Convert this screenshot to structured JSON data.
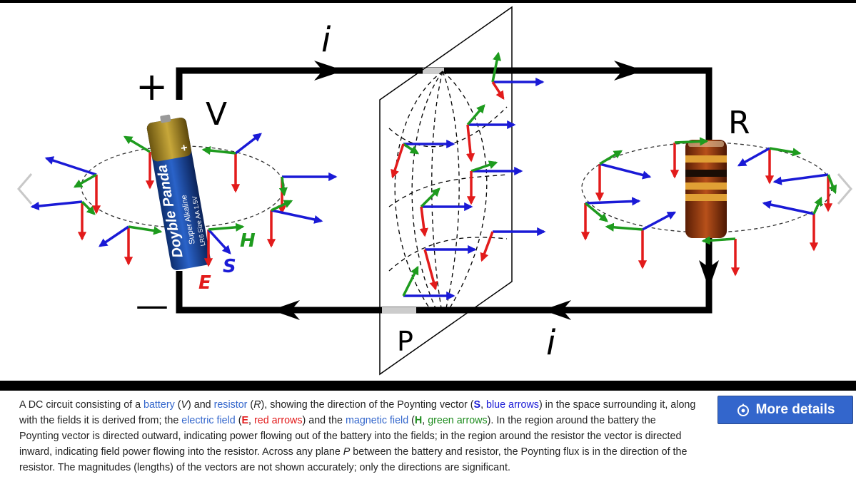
{
  "diagram": {
    "labels": {
      "plus": "+",
      "minus": "—",
      "voltage": "V",
      "resistor": "R",
      "current_top": "i",
      "current_bottom": "i",
      "plane": "P",
      "E": "E",
      "S": "S",
      "H": "H"
    },
    "battery_text": {
      "brand": "Doyble Panda",
      "line2": "Super Alkaline",
      "line3": "LR6  Size AA  1.5V",
      "plus": "+"
    },
    "colors": {
      "E": "#e21b1b",
      "S": "#1a1ad6",
      "H": "#1e9b1e",
      "wire": "#000000"
    }
  },
  "navigation": {
    "prev_icon": "chevron-left-icon",
    "next_icon": "chevron-right-icon"
  },
  "caption": {
    "t1": "A DC circuit consisting of a ",
    "battery_link": "battery",
    "t2": " (",
    "v": "V",
    "t3": ") and ",
    "resistor_link": "resistor",
    "t4": " (",
    "r": "R",
    "t5": "), showing the direction of the Poynting vector (",
    "s_bold": "S",
    "t6": ", ",
    "blue_arrows": "blue arrows",
    "t7": ") in the space surrounding it, along with the fields it is derived from; the ",
    "efield_link": "electric field",
    "t8": " (",
    "e_bold": "E",
    "t9": ", ",
    "red_arrows": "red arrows",
    "t10": ") and the ",
    "mfield_link": "magnetic field",
    "t11": " (",
    "h_bold": "H",
    "t12": ", ",
    "green_arrows": "green arrows",
    "t13": "). In the region around the battery the Poynting vector is directed outward, indicating power flowing out of the battery into the fields; in the region around the resistor the vector is directed inward, indicating field power flowing into the resistor. Across any plane ",
    "p": "P",
    "t14": " between the battery and resistor, the Poynting flux is in the direction of the resistor. The magnitudes (lengths) of the vectors are not shown accurately; only the directions are significant."
  },
  "more_details": {
    "label": "More details",
    "icon": "commons-logo-icon"
  }
}
